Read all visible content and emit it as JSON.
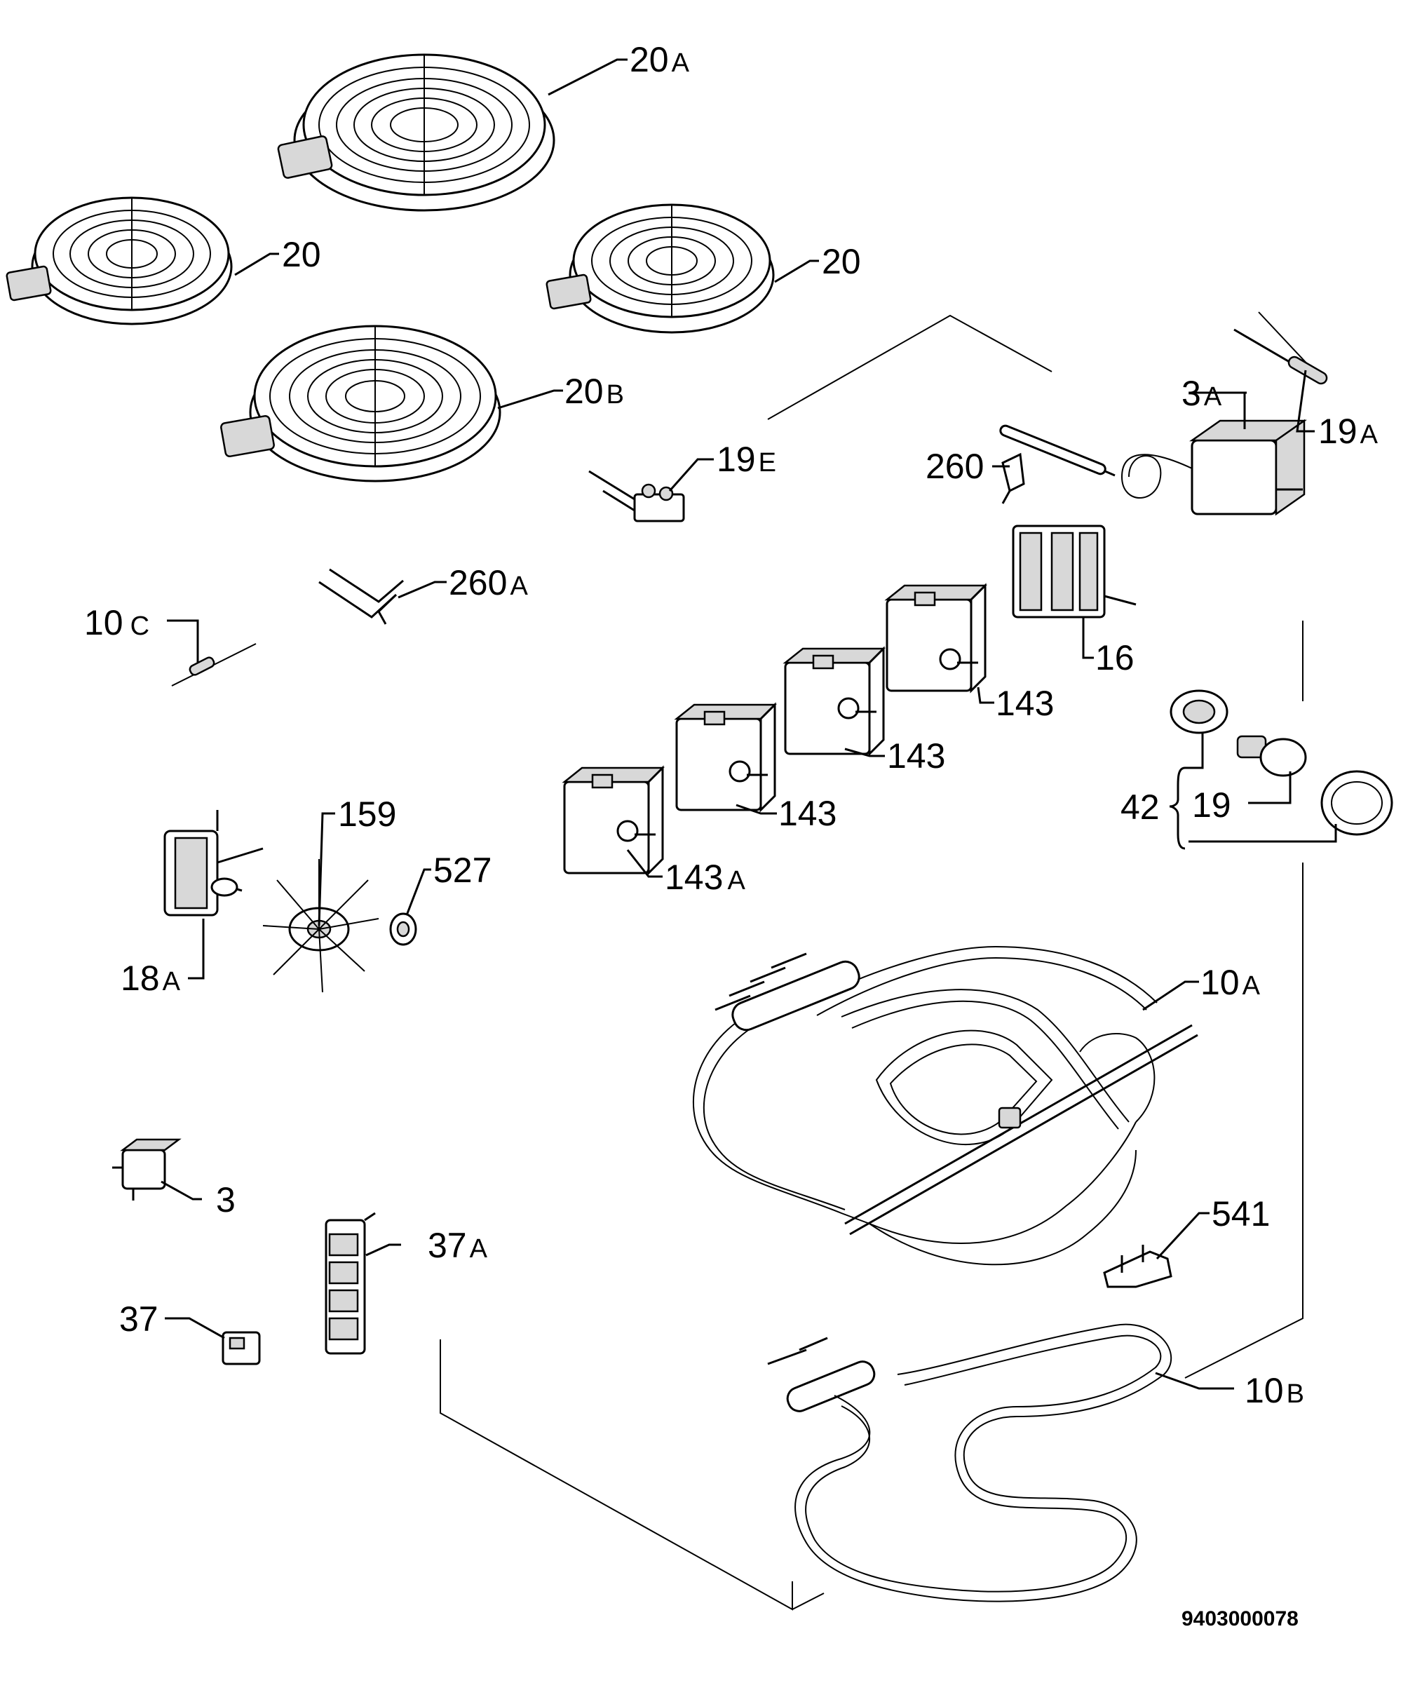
{
  "diagram_code": "9403000078",
  "labels": {
    "l20a": {
      "num": "20",
      "suffix": "A"
    },
    "l20_1": {
      "num": "20",
      "suffix": ""
    },
    "l20_2": {
      "num": "20",
      "suffix": ""
    },
    "l20b": {
      "num": "20",
      "suffix": "B"
    },
    "l19e": {
      "num": "19",
      "suffix": "E"
    },
    "l3a": {
      "num": "3",
      "suffix": "A"
    },
    "l19a": {
      "num": "19",
      "suffix": "A"
    },
    "l260": {
      "num": "260",
      "suffix": ""
    },
    "l260a": {
      "num": "260",
      "suffix": "A"
    },
    "l10c": {
      "num": "10",
      "suffix": "C"
    },
    "l16": {
      "num": "16",
      "suffix": ""
    },
    "l143_1": {
      "num": "143",
      "suffix": ""
    },
    "l143_2": {
      "num": "143",
      "suffix": ""
    },
    "l143_3": {
      "num": "143",
      "suffix": ""
    },
    "l143a": {
      "num": "143",
      "suffix": "A"
    },
    "l42": {
      "num": "42",
      "suffix": ""
    },
    "l19": {
      "num": "19",
      "suffix": ""
    },
    "l159": {
      "num": "159",
      "suffix": ""
    },
    "l527": {
      "num": "527",
      "suffix": ""
    },
    "l18a": {
      "num": "18",
      "suffix": "A"
    },
    "l10a": {
      "num": "10",
      "suffix": "A"
    },
    "l541": {
      "num": "541",
      "suffix": ""
    },
    "l3": {
      "num": "3",
      "suffix": ""
    },
    "l37a": {
      "num": "37",
      "suffix": "A"
    },
    "l37": {
      "num": "37",
      "suffix": ""
    },
    "l10b": {
      "num": "10",
      "suffix": "B"
    }
  }
}
